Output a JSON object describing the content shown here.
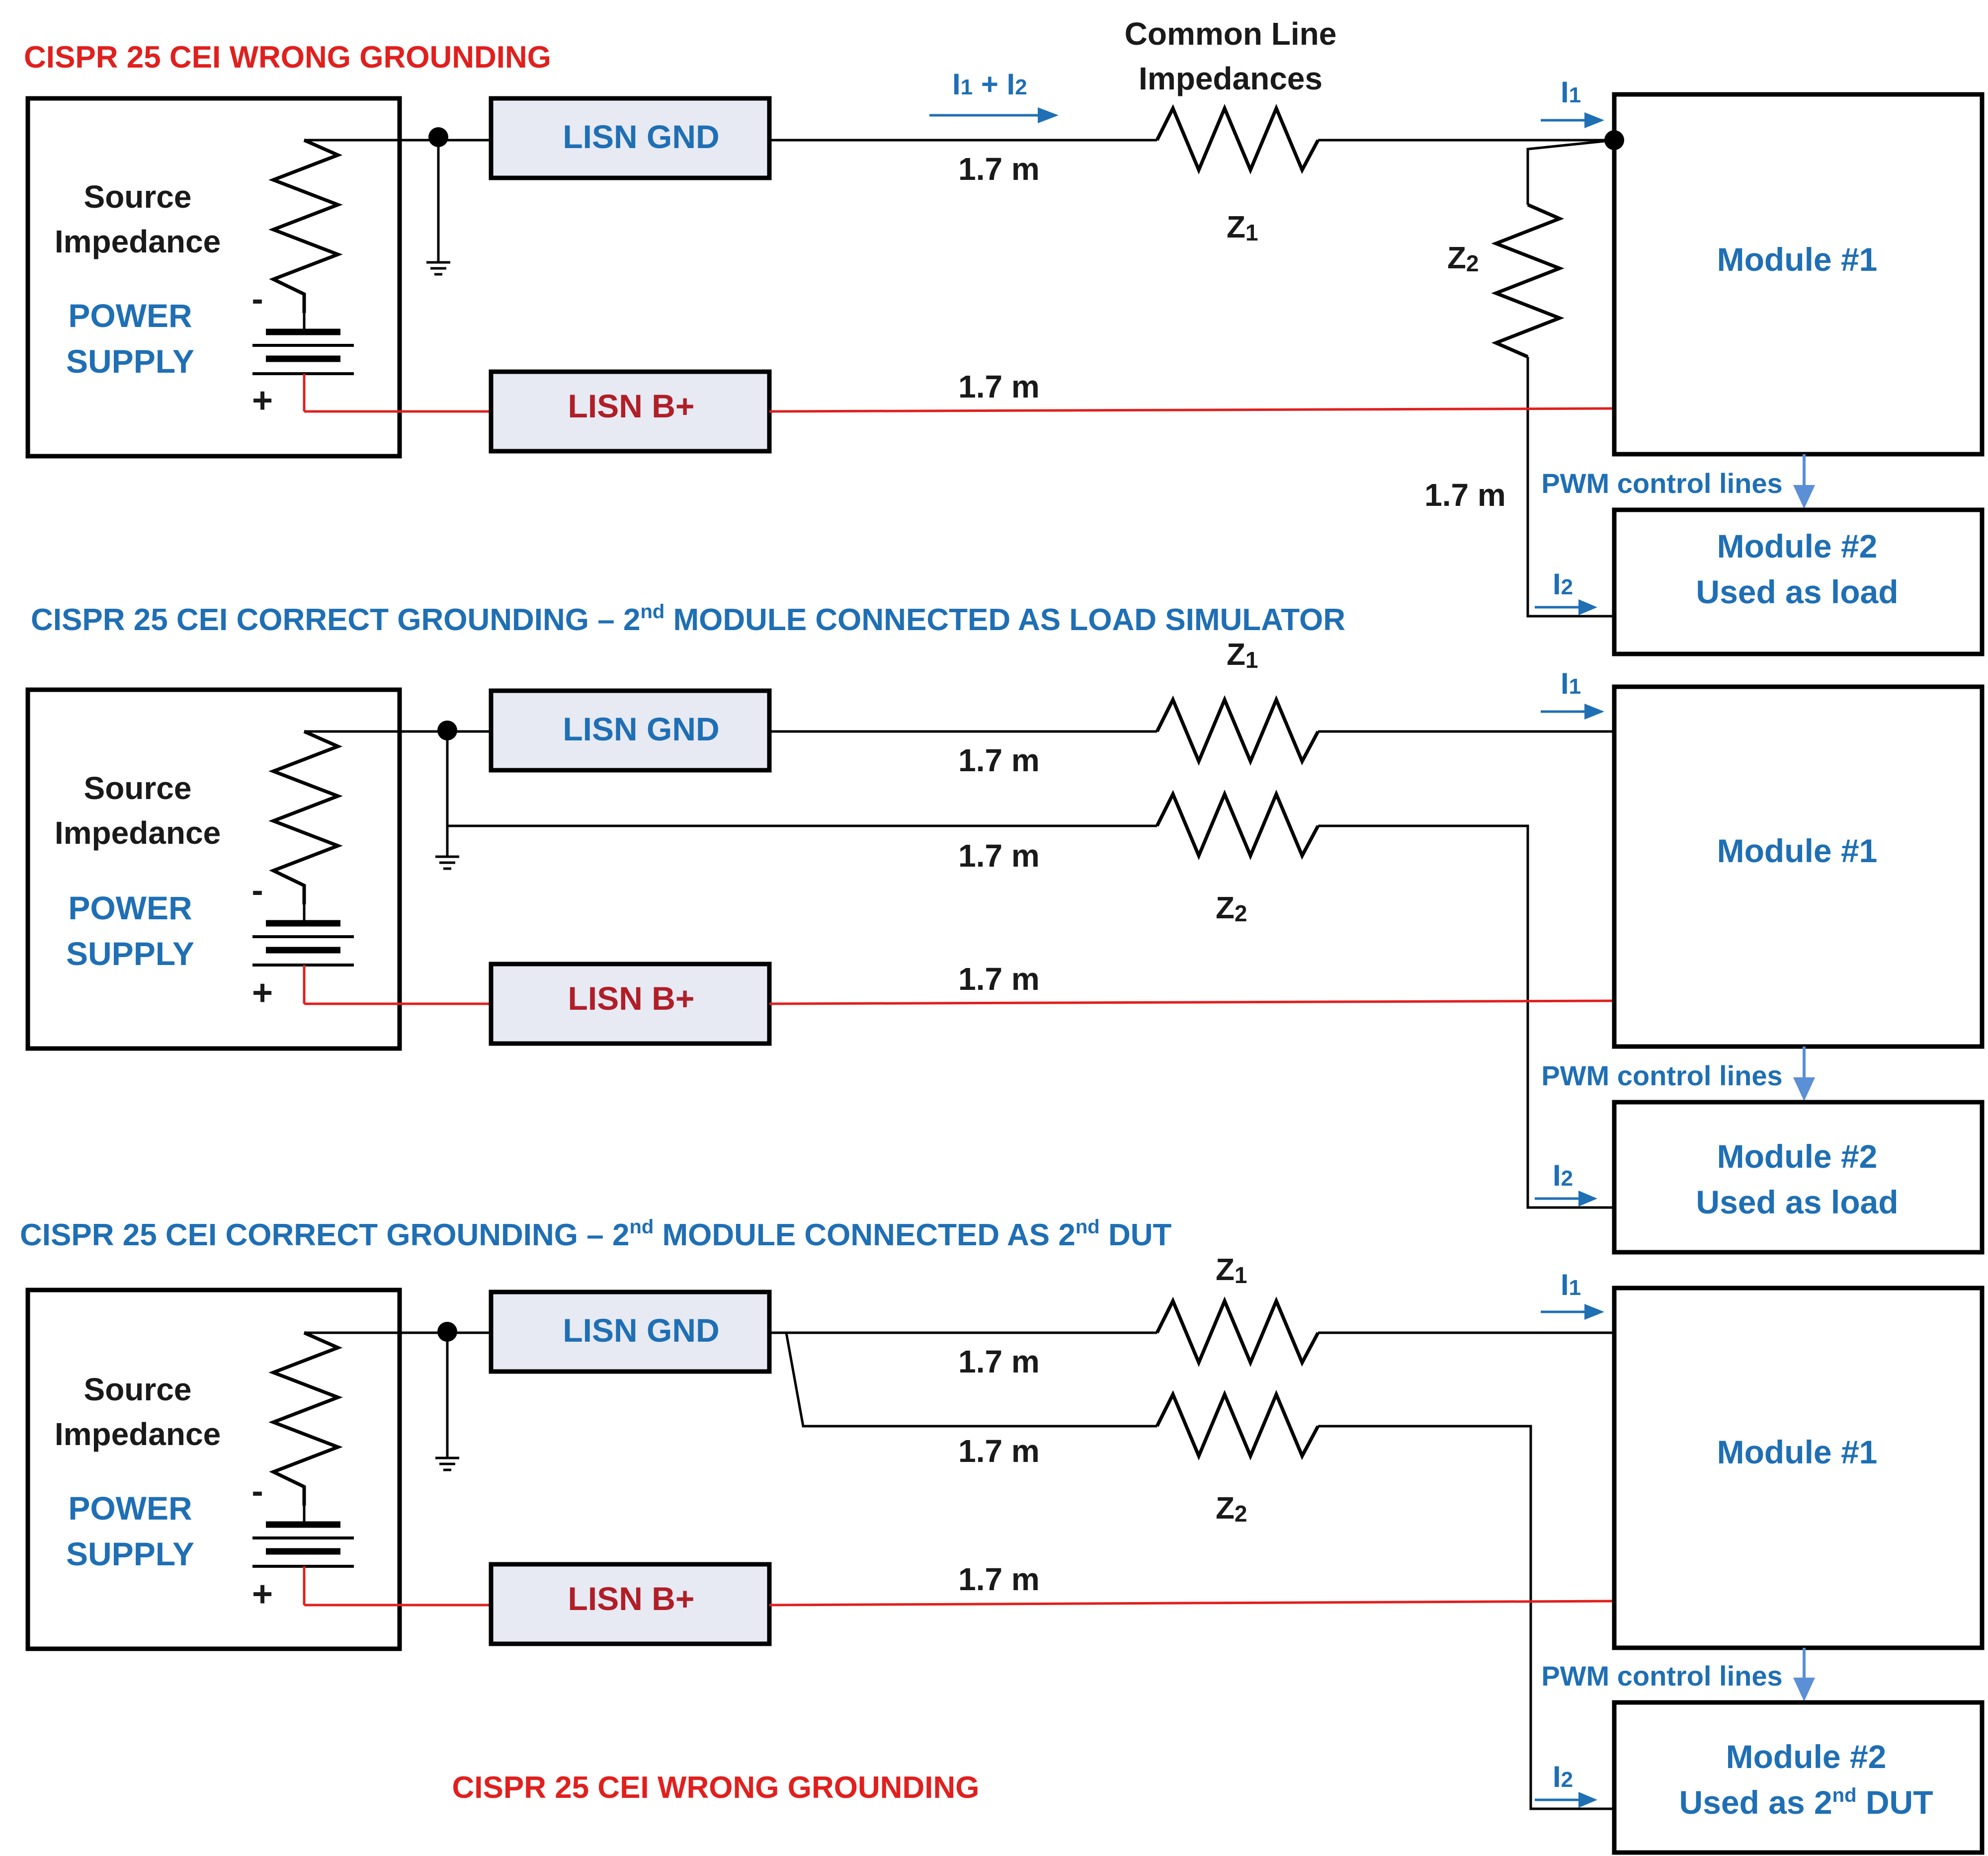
{
  "headings": {
    "wrong_top": "CISPR 25 CEI  WRONG GROUNDING",
    "correct_load_prefix": "CISPR 25 CEI  CORRECT GROUNDING – 2",
    "nd": "nd",
    "correct_load_suffix": " MODULE CONNECTED AS LOAD SIMULATOR",
    "correct_dut_prefix": "CISPR 25 CEI  CORRECT GROUNDING – 2",
    "correct_dut_mid": " MODULE CONNECTED AS 2",
    "correct_dut_suffix": " DUT",
    "wrong_bottom": "CISPR 25 CEI  WRONG GROUNDING"
  },
  "source": {
    "label_line1": "Source",
    "label_line2": "Impedance",
    "supply_line1": "POWER",
    "supply_line2": "SUPPLY",
    "minus": "-",
    "plus": "+"
  },
  "lisn": {
    "gnd": "LISN GND",
    "bplus": "LISN B+"
  },
  "cable_length": "1.7 m",
  "impedances": {
    "title_line1": "Common Line",
    "title_line2": "Impedances",
    "z": "Z",
    "sub1": "1",
    "sub2": "2"
  },
  "currents": {
    "i": "I",
    "sub1": "1",
    "sub2": "2",
    "sum": "I1 + I2",
    "sum_prefix": "I",
    "sum_mid": " + I"
  },
  "modules": {
    "m1": "Module #1",
    "m2": "Module #2",
    "used_as_load": "Used as load",
    "used_as_prefix": "Used as 2",
    "dut": " DUT"
  },
  "pwm": "PWM control lines",
  "colors": {
    "blue_text": "#1f6fb4",
    "red_heading": "#e0201e",
    "lisn_bplus_text": "#b01e28",
    "lisn_fill": "#e7eaf3",
    "bplus_wire": "#e0201e",
    "pwm_arrow": "#5b8fd6"
  }
}
